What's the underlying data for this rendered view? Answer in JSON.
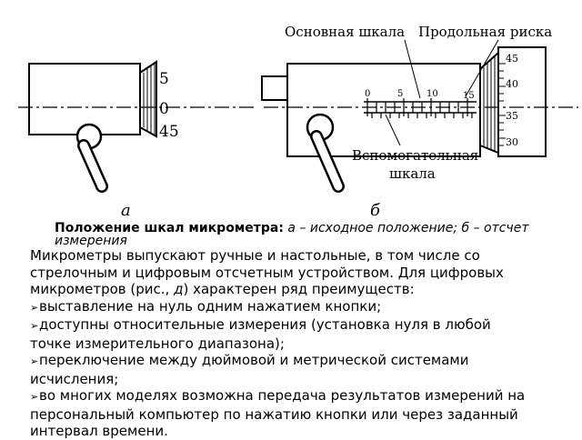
{
  "figure": {
    "label_main_scale": "Основная  шкала",
    "label_longitudinal_mark": "Продольная риска",
    "label_aux_scale_line1": "Вспомогательная",
    "label_aux_scale_line2": "шкала",
    "panel_a": "а",
    "panel_b": "б",
    "drum_a_ticks": [
      "5",
      "0",
      "45"
    ],
    "main_scale_ticks": [
      "0",
      "5",
      "10",
      "15"
    ],
    "drum_b_ticks": [
      "45",
      "40",
      "35",
      "30"
    ]
  },
  "caption": {
    "title": "Положение шкал микрометра:",
    "text": " а – исходное положение; б – отсчет",
    "text_line2": "измерения"
  },
  "body": {
    "intro_1": "Микрометры выпускают ручные и настольные, в том числе со",
    "intro_2": "стрелочным и цифровым отсчетным устройством. Для цифровых",
    "intro_3a": "микрометров (рис., ",
    "intro_3b": "д",
    "intro_3c": ") характерен ряд преимуществ:",
    "bullet_symbol": "➢",
    "bullets": [
      "выставление на нуль одним нажатием кнопки;",
      "доступны относительные измерения (установка нуля в любой",
      "точке измерительного диапазона);",
      "переключение между дюймовой и метрической системами",
      "исчисления;",
      "во многих моделях возможна передача результатов измерений на",
      "персональный компьютер по нажатию кнопки или через заданный",
      "интервал времени."
    ]
  }
}
